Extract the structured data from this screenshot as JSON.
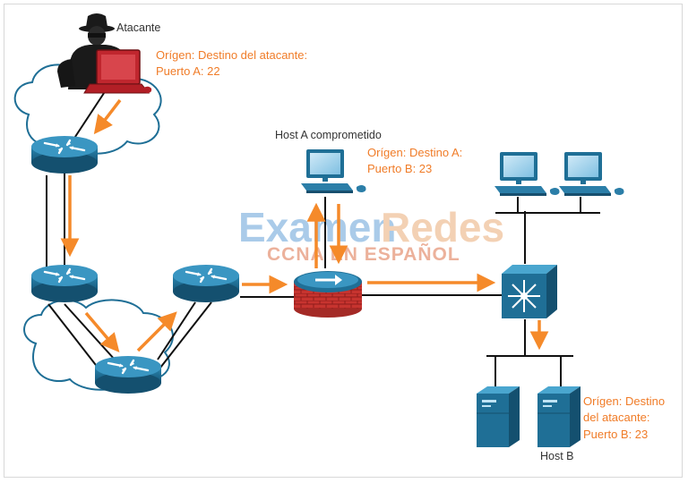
{
  "labels": {
    "attacker": "Atacante",
    "attacker_flow_line1": "Orígen: Destino del atacante:",
    "attacker_flow_line2": "Puerto A: 22",
    "host_a": "Host A comprometido",
    "host_a_flow_line1": "Orígen: Destino A:",
    "host_a_flow_line2": "Puerto B: 23",
    "host_b": "Host B",
    "host_b_flow_line1": "Orígen: Destino",
    "host_b_flow_line2": "del atacante:",
    "host_b_flow_line3": "Puerto B: 23"
  },
  "watermark": {
    "word1": "Examen",
    "word2": "Redes",
    "subtitle": "CCNA EN ESPAÑOL"
  },
  "colors": {
    "flow_arrow": "#f58a2a",
    "device_blue": "#1f6f96",
    "text_orange": "#f07c28",
    "attacker_red": "#c0262e"
  }
}
